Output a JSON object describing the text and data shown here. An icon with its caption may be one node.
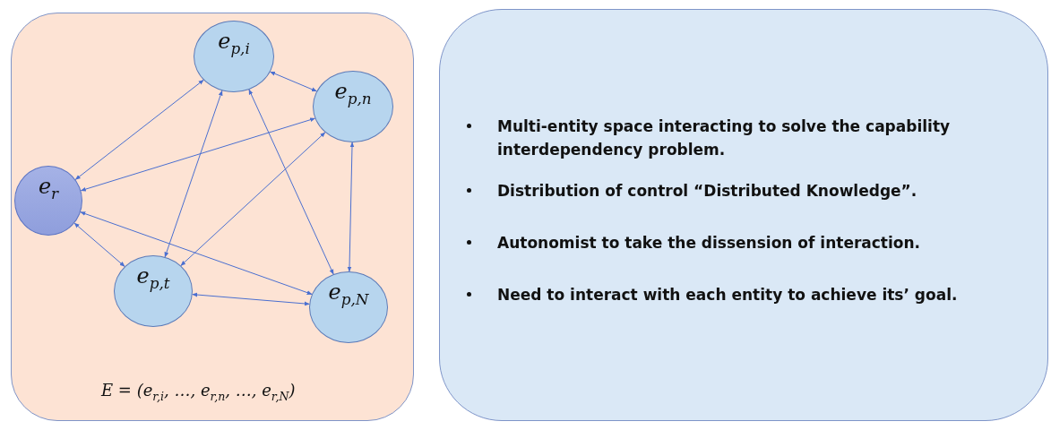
{
  "diagram": {
    "nodes": [
      {
        "text": [
          "E = (e$_{r,i}$, …, e$_{r,n}$, …, e$_{r,N}$)"
        ]
      },
      {
        "text": [
          "e$_{p,i}$"
        ],
        "in": 0
      },
      {
        "text": [
          "e$_{p,n}$"
        ],
        "in": 0
      },
      {
        "text": [
          "e$_{r}$"
        ],
        "in": 0
      },
      {
        "text": [
          "e$_{p,t}$"
        ],
        "in": 0
      },
      {
        "text": [
          "e$_{p,N}$"
        ],
        "in": 0
      },
      {
        "text": [
          "Multi-entity space interacting to solve the capability interdependency problem.",
          "Distribution of control “Distributed Knowledge”.",
          "Autonomist to take the dissension of interaction.",
          "Need to interact with each entity to achieve its’ goal."
        ]
      }
    ],
    "edges": [
      {
        "from": 3,
        "to": 1,
        "arrow": "both"
      },
      {
        "from": 3,
        "to": 2,
        "arrow": "both"
      },
      {
        "from": 3,
        "to": 4,
        "arrow": "both"
      },
      {
        "from": 3,
        "to": 5,
        "arrow": "both"
      },
      {
        "from": 1,
        "to": 2,
        "arrow": "both"
      },
      {
        "from": 1,
        "to": 4,
        "arrow": "both"
      },
      {
        "from": 1,
        "to": 5,
        "arrow": "both"
      },
      {
        "from": 2,
        "to": 4,
        "arrow": "both"
      },
      {
        "from": 2,
        "to": 5,
        "arrow": "both"
      },
      {
        "from": 4,
        "to": 5,
        "arrow": "both"
      }
    ]
  }
}
